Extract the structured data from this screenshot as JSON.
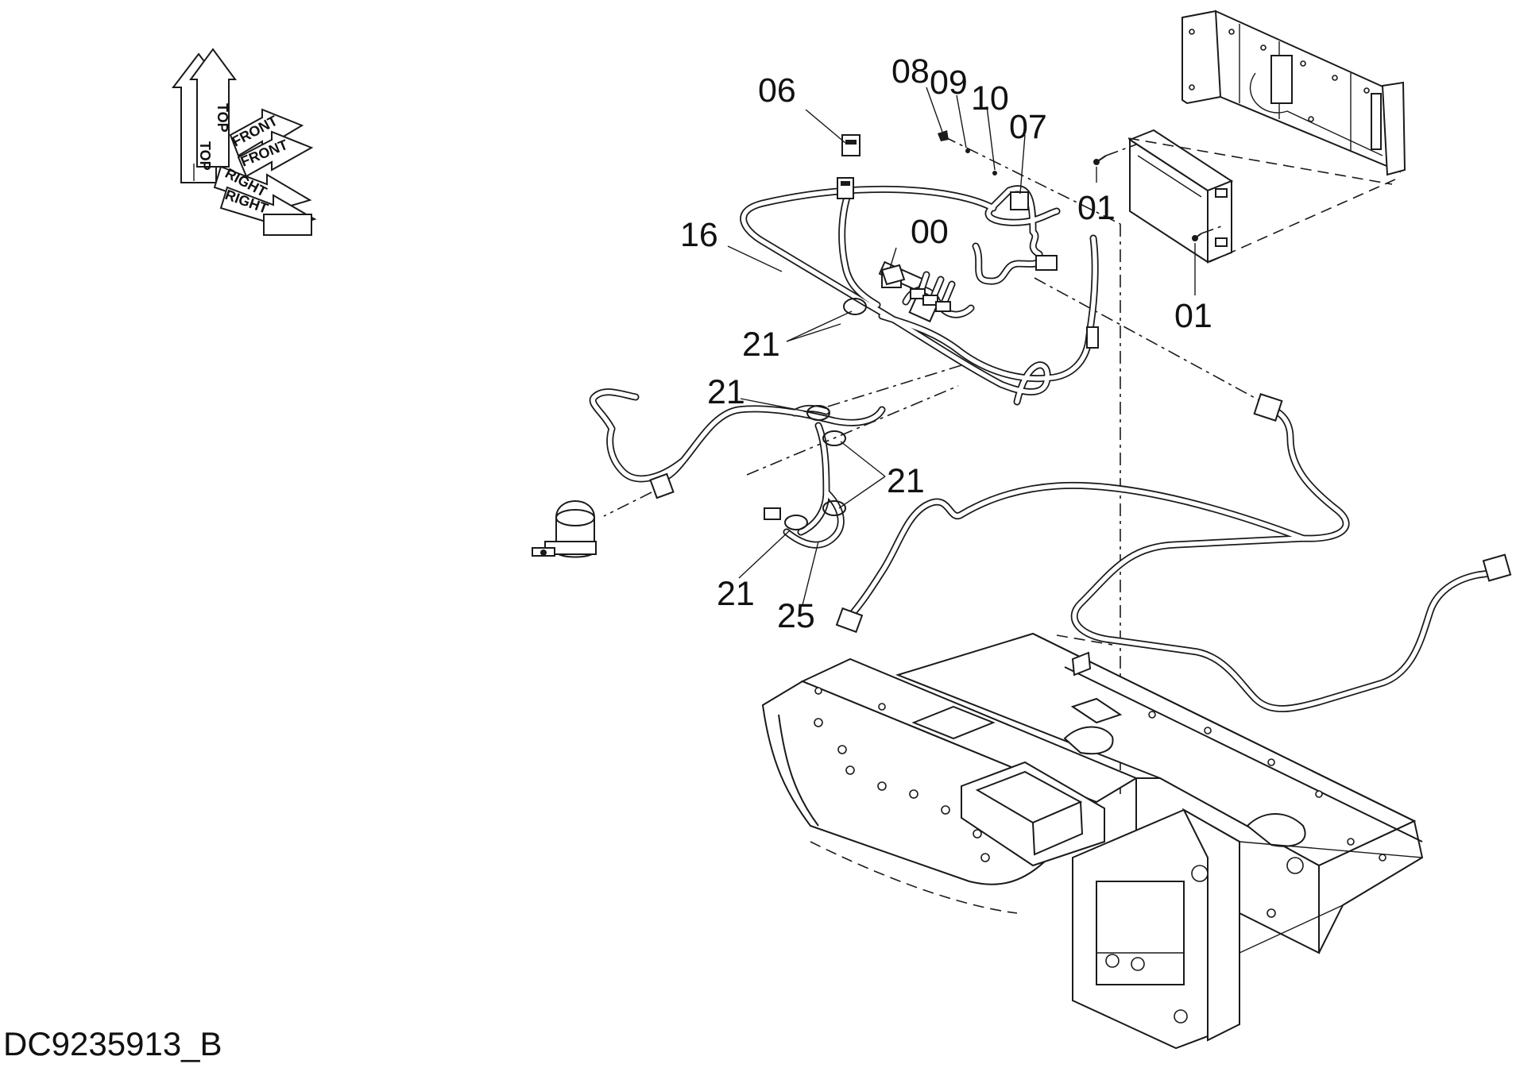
{
  "orientation_arrows": {
    "labels": [
      "TOP",
      "TOP",
      "FRONT",
      "FRONT",
      "RIGHT",
      "RIGHT"
    ]
  },
  "callouts": [
    "06",
    "08",
    "09",
    "10",
    "07",
    "01",
    "01",
    "16",
    "00",
    "21",
    "21",
    "21",
    "21",
    "25"
  ],
  "drawing_id": "DC9235913_B"
}
